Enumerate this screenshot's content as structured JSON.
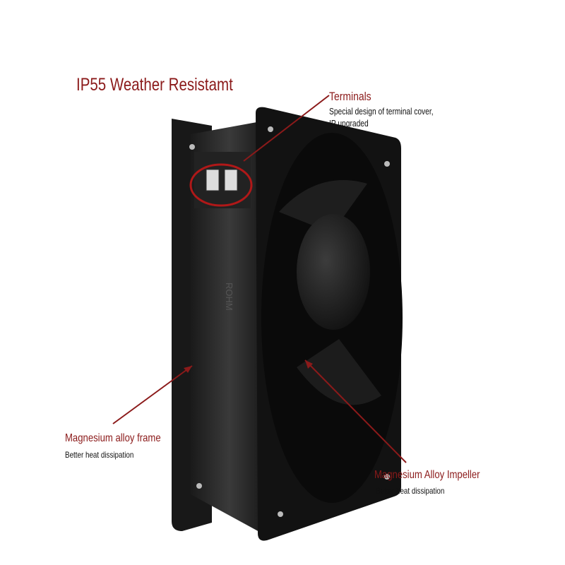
{
  "title": "IP55 Weather Resistamt",
  "annotations": {
    "terminals": {
      "heading": "Terminals",
      "desc_line1": "Special design of terminal cover,",
      "desc_line2": "IP upgraded"
    },
    "frame": {
      "heading": "Magnesium alloy frame",
      "desc": "Better heat dissipation"
    },
    "impeller": {
      "heading": "Magnesium Alloy Impeller",
      "desc": "Better heat dissipation"
    }
  },
  "colors": {
    "accent": "#8b1a1a",
    "fan": "#141414"
  }
}
